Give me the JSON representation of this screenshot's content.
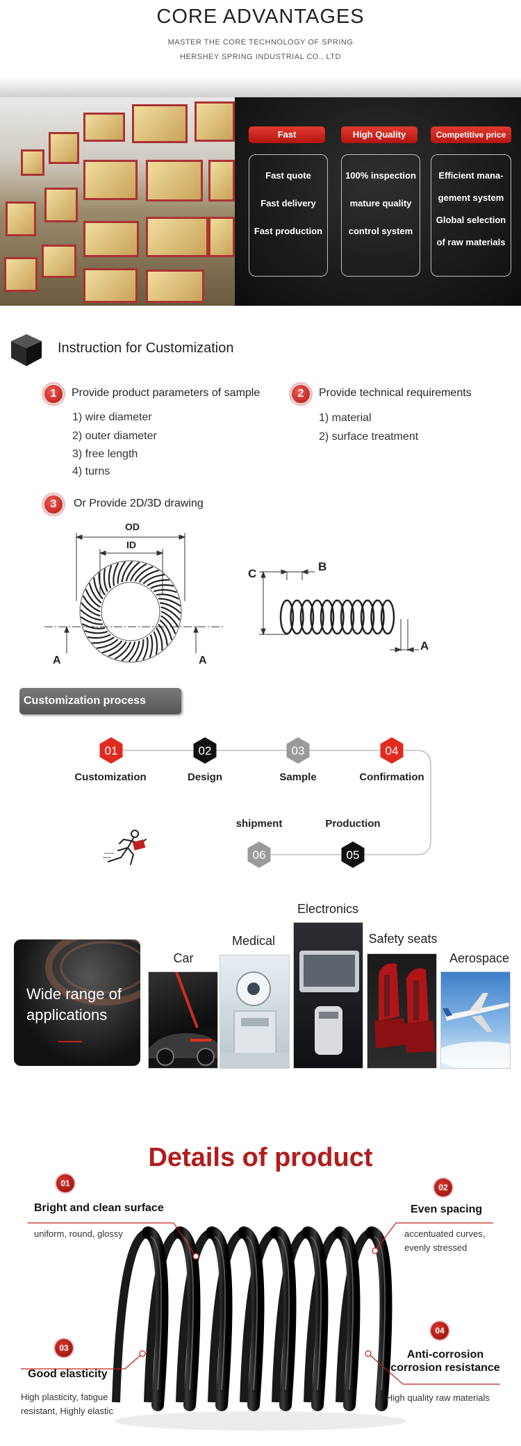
{
  "core": {
    "title": "CORE ADVANTAGES",
    "subtitle_1": "MASTER THE CORE TECHNOLOGY OF SPRING",
    "subtitle_2": "HERSHEY SPRING INDUSTRIAL CO., LTD"
  },
  "advantages": [
    {
      "heading": "Fast",
      "lines": [
        "Fast quote",
        "Fast delivery",
        "Fast production"
      ]
    },
    {
      "heading": "High Quality",
      "lines": [
        "100% inspection",
        "mature quality",
        "control system"
      ]
    },
    {
      "heading": "Competitive price",
      "lines": [
        "Efficient mana-",
        "gement system",
        "Global selection",
        "of raw materials"
      ]
    }
  ],
  "instruction": {
    "title": "Instruction for Customization",
    "step1": {
      "number": "1",
      "heading": "Provide product parameters of sample",
      "items": [
        "1) wire diameter",
        "2) outer diameter",
        "3) free length",
        "4) turns"
      ]
    },
    "step2": {
      "number": "2",
      "heading": "Provide technical requirements",
      "items": [
        "1) material",
        "2) surface treatment"
      ]
    },
    "step3": {
      "number": "3",
      "heading": "Or Provide 2D/3D drawing"
    },
    "drawing_labels": {
      "od": "OD",
      "id": "ID",
      "a": "A",
      "b": "B",
      "c": "C"
    }
  },
  "process": {
    "tab_label": "Customization process",
    "steps": [
      {
        "number": "01",
        "label": "Customization",
        "color": "#e02b20"
      },
      {
        "number": "02",
        "label": "Design",
        "color": "#111111"
      },
      {
        "number": "03",
        "label": "Sample",
        "color": "#9a9a9a"
      },
      {
        "number": "04",
        "label": "Confirmation",
        "color": "#e02b20"
      },
      {
        "number": "05",
        "label": "Production",
        "color": "#111111"
      },
      {
        "number": "06",
        "label": "shipment",
        "color": "#9a9a9a"
      }
    ]
  },
  "applications": {
    "intro": "Wide range of applications",
    "items": [
      "Car",
      "Medical",
      "Electronics",
      "Safety seats",
      "Aerospace"
    ]
  },
  "details": {
    "title": "Details of product",
    "points": [
      {
        "number": "01",
        "title": "Bright and clean surface",
        "desc": "uniform, round, glossy"
      },
      {
        "number": "02",
        "title": "Even spacing",
        "desc": "accentuated curves, evenly stressed"
      },
      {
        "number": "03",
        "title": "Good elasticity",
        "desc": "High plasticity, fatigue resistant, Highly elastic"
      },
      {
        "number": "04",
        "title": "Anti-corrosion corrosion resistance",
        "desc": "High quality raw materials"
      }
    ]
  },
  "colors": {
    "accent_red": "#b31b1b",
    "badge_red": "#e02b20",
    "dark": "#111111",
    "grey": "#9a9a9a"
  }
}
